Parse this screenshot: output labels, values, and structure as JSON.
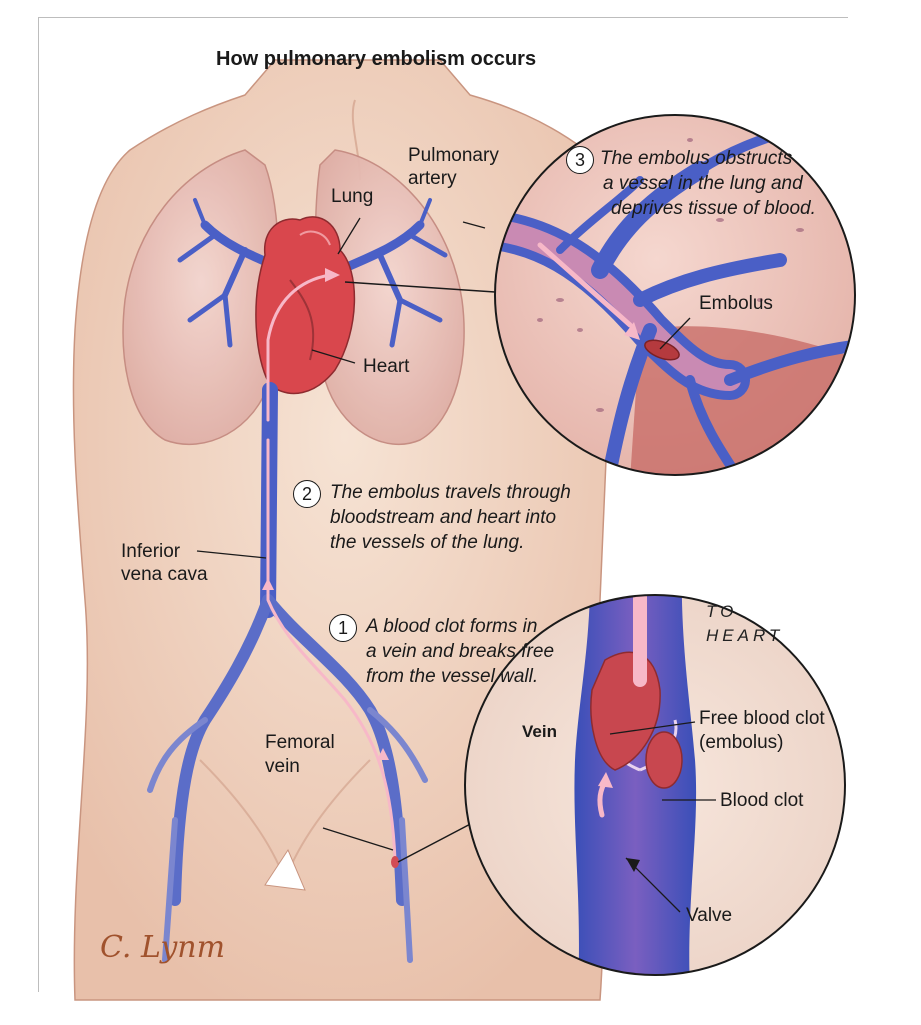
{
  "title": "How pulmonary embolism occurs",
  "labels": {
    "lung": "Lung",
    "pulmonary_artery_line1": "Pulmonary",
    "pulmonary_artery_line2": "artery",
    "heart": "Heart",
    "inferior_vena_cava_line1": "Inferior",
    "inferior_vena_cava_line2": "vena cava",
    "femoral_vein_line1": "Femoral",
    "femoral_vein_line2": "vein",
    "embolus": "Embolus",
    "vein": "Vein",
    "free_clot_line1": "Free blood clot",
    "free_clot_line2": "(embolus)",
    "blood_clot": "Blood clot",
    "valve": "Valve",
    "to_heart_line1": "TO",
    "to_heart_line2": "HEART"
  },
  "steps": [
    {
      "number": "1",
      "lines": [
        "A blood clot forms in",
        "a vein and breaks free",
        "from the vessel wall."
      ]
    },
    {
      "number": "2",
      "lines": [
        "The embolus travels through",
        "bloodstream and heart into",
        "the vessels of the lung."
      ]
    },
    {
      "number": "3",
      "lines": [
        "The embolus obstructs",
        "a vessel in the lung and",
        "deprives tissue of blood."
      ]
    }
  ],
  "signature": "C. Lynm",
  "colors": {
    "skin": "#f3dccb",
    "skin_shadow": "#e4b9a1",
    "lung": "#ecc7c0",
    "vein_blue": "#4a5fc6",
    "artery_red": "#d8555a",
    "heart_red": "#d9474d",
    "flow_arrow": "#f7b8c8",
    "signature": "#a0522d"
  }
}
